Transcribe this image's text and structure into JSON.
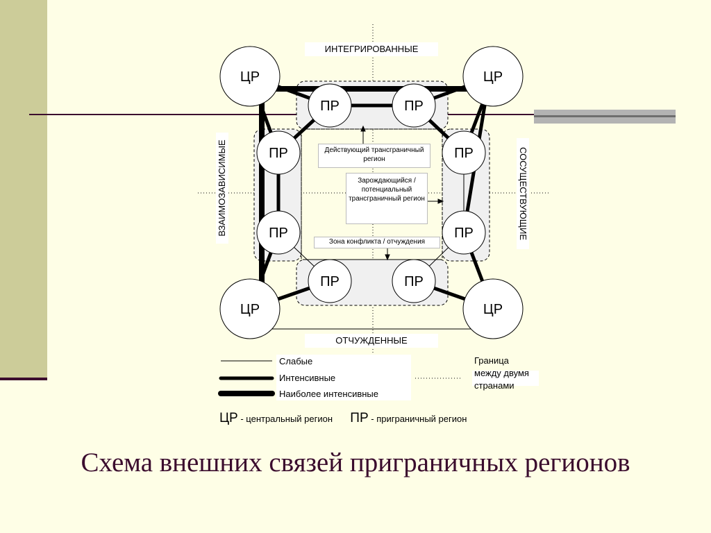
{
  "diagram": {
    "top_label": "ИНТЕГРИРОВАННЫЕ",
    "bottom_label": "ОТЧУЖДЕННЫЕ",
    "left_label": "ВЗАИМОЗАВИСИМЫЕ",
    "right_label": "СОСУЩЕСТВУЮЩИЕ",
    "center_region": "ЦР",
    "border_region": "ПР",
    "box_active": "Действующий трансграничный регион",
    "box_emerging": "Зарождающийся / потенциальный трансграничный регион",
    "box_conflict": "Зона конфликта / отчуждения"
  },
  "legend": {
    "weak": "Слабые",
    "intensive": "Интенсивные",
    "most_intensive": "Наиболее интенсивные",
    "border": "Граница между двумя странами",
    "cr_abbr": "ЦР",
    "cr_desc": " - центральный регион",
    "pr_abbr": "ПР",
    "pr_desc": " - приграничный регион"
  },
  "title": "Схема внешних связей приграничных регионов"
}
